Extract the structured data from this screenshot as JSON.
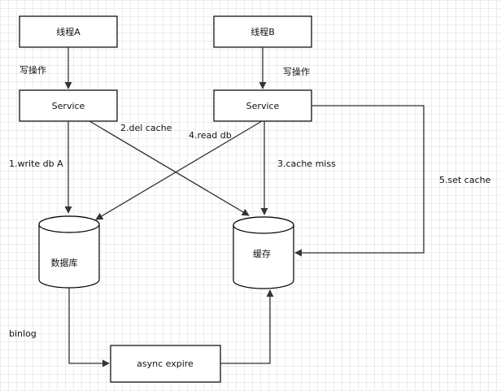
{
  "nodes": {
    "thread_a": "线程A",
    "thread_b": "线程B",
    "service_a": "Service",
    "service_b": "Service",
    "database": "数据库",
    "cache": "缓存",
    "async_expire": "async expire"
  },
  "edge_labels": {
    "write_op_a": "写操作",
    "write_op_b": "写操作",
    "write_db": "1.write db A",
    "del_cache": "2.del cache",
    "read_db": "4.read db",
    "cache_miss": "3.cache miss",
    "set_cache": "5.set cache",
    "binlog": "binlog"
  }
}
